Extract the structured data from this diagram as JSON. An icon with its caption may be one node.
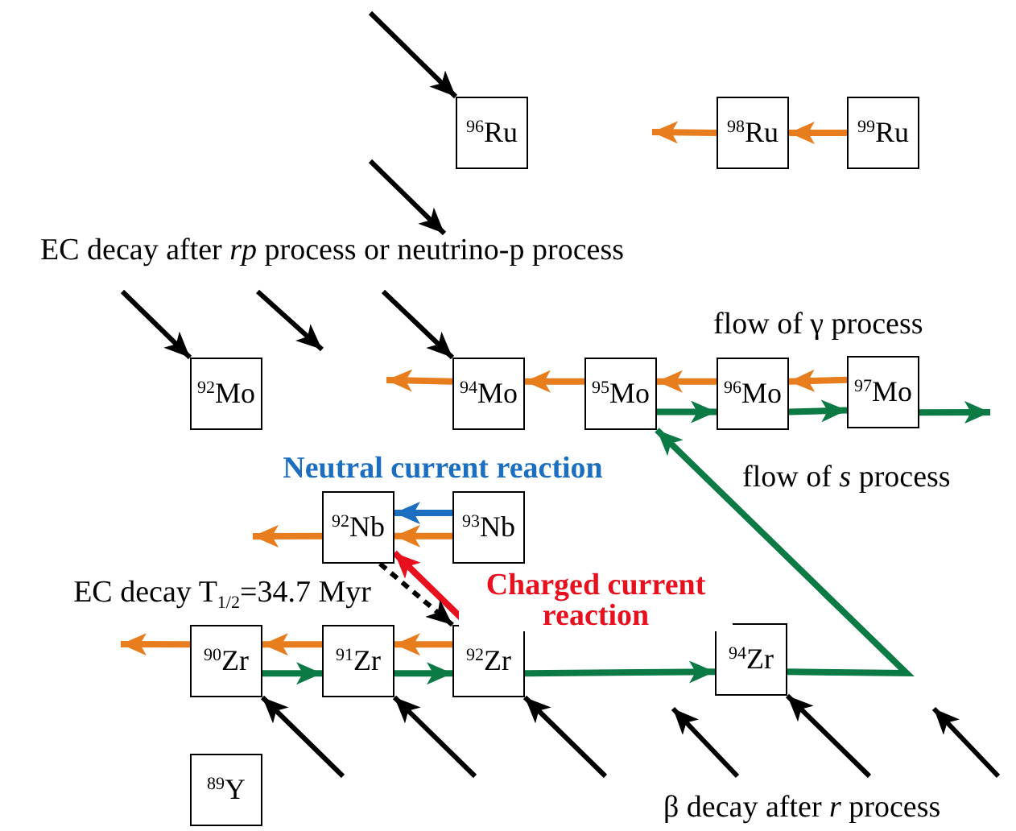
{
  "diagram": {
    "nodes": [
      {
        "text": [
          "$^{96}$Ru"
        ]
      },
      {
        "text": [
          "$^{98}$Ru"
        ]
      },
      {
        "text": [
          "$^{99}$Ru"
        ]
      },
      {
        "text": [
          "$^{92}$Mo"
        ]
      },
      {
        "text": [
          "$^{94}$Mo"
        ]
      },
      {
        "text": [
          "$^{95}$Mo"
        ]
      },
      {
        "text": [
          "$^{96}$Mo"
        ]
      },
      {
        "text": [
          "$^{97}$Mo"
        ]
      },
      {
        "text": [
          "$^{92}$Nb"
        ]
      },
      {
        "text": [
          "$^{93}$Nb"
        ]
      },
      {
        "text": [
          "$^{90}$Zr"
        ]
      },
      {
        "text": [
          "$^{91}$Zr"
        ]
      },
      {
        "text": [
          "$^{92}$Zr"
        ]
      },
      {
        "text": [
          "$^{94}$Zr"
        ]
      },
      {
        "text": [
          "$^{89}$Y"
        ]
      }
    ],
    "edges": [
      {
        "from": 2,
        "to": 1,
        "arrow": "to"
      },
      {
        "from": 1,
        "to": null,
        "arrow": "to"
      },
      {
        "from": null,
        "to": 0,
        "arrow": "to",
        "color": "#000000"
      },
      {
        "from": 7,
        "to": 6,
        "arrow": "to"
      },
      {
        "from": 6,
        "to": 5,
        "arrow": "to"
      },
      {
        "from": 5,
        "to": 4,
        "arrow": "to"
      },
      {
        "from": 4,
        "to": null,
        "arrow": "to"
      },
      {
        "from": null,
        "to": 3,
        "arrow": "to",
        "color": "#000000"
      },
      {
        "from": null,
        "to": 4,
        "arrow": "to",
        "color": "#000000"
      },
      {
        "from": 5,
        "to": 6,
        "arrow": "to",
        "color": "#0b7a45"
      },
      {
        "from": 6,
        "to": 7,
        "arrow": "to",
        "color": "#0b7a45"
      },
      {
        "from": 7,
        "to": null,
        "arrow": "to",
        "color": "#0b7a45"
      },
      {
        "from": 9,
        "to": 8,
        "arrow": "to",
        "label": "Neutral current reaction",
        "color": "#1c6fc0"
      },
      {
        "from": 9,
        "to": 8,
        "arrow": "to"
      },
      {
        "from": 8,
        "to": null,
        "arrow": "to"
      },
      {
        "from": 12,
        "to": 8,
        "arrow": "to",
        "label": "Charged current reaction",
        "color": "#e8101e"
      },
      {
        "from": 8,
        "to": 12,
        "arrow": "to",
        "label": "EC decay T$_{1/2}$=34.7 Myr",
        "style": "dashed",
        "color": "#000000"
      },
      {
        "from": 12,
        "to": 11,
        "arrow": "to"
      },
      {
        "from": 11,
        "to": 10,
        "arrow": "to"
      },
      {
        "from": 10,
        "to": null,
        "arrow": "to"
      },
      {
        "from": 10,
        "to": 11,
        "arrow": "to",
        "color": "#0b7a45"
      },
      {
        "from": 11,
        "to": 12,
        "arrow": "to",
        "color": "#0b7a45"
      },
      {
        "from": 12,
        "to": 13,
        "arrow": "to",
        "color": "#0b7a45"
      },
      {
        "from": 13,
        "to": 5,
        "arrow": "to",
        "color": "#0b7a45"
      },
      {
        "from": null,
        "to": 10,
        "arrow": "to",
        "color": "#000000"
      },
      {
        "from": null,
        "to": 11,
        "arrow": "to",
        "color": "#000000"
      },
      {
        "from": null,
        "to": 12,
        "arrow": "to",
        "color": "#000000"
      },
      {
        "from": null,
        "to": 13,
        "arrow": "to",
        "color": "#000000"
      }
    ],
    "labels": [
      "EC decay after *rp* process or neutrino-p process",
      "flow of γ process",
      "flow of *s* process",
      "β decay after *r* process"
    ]
  }
}
